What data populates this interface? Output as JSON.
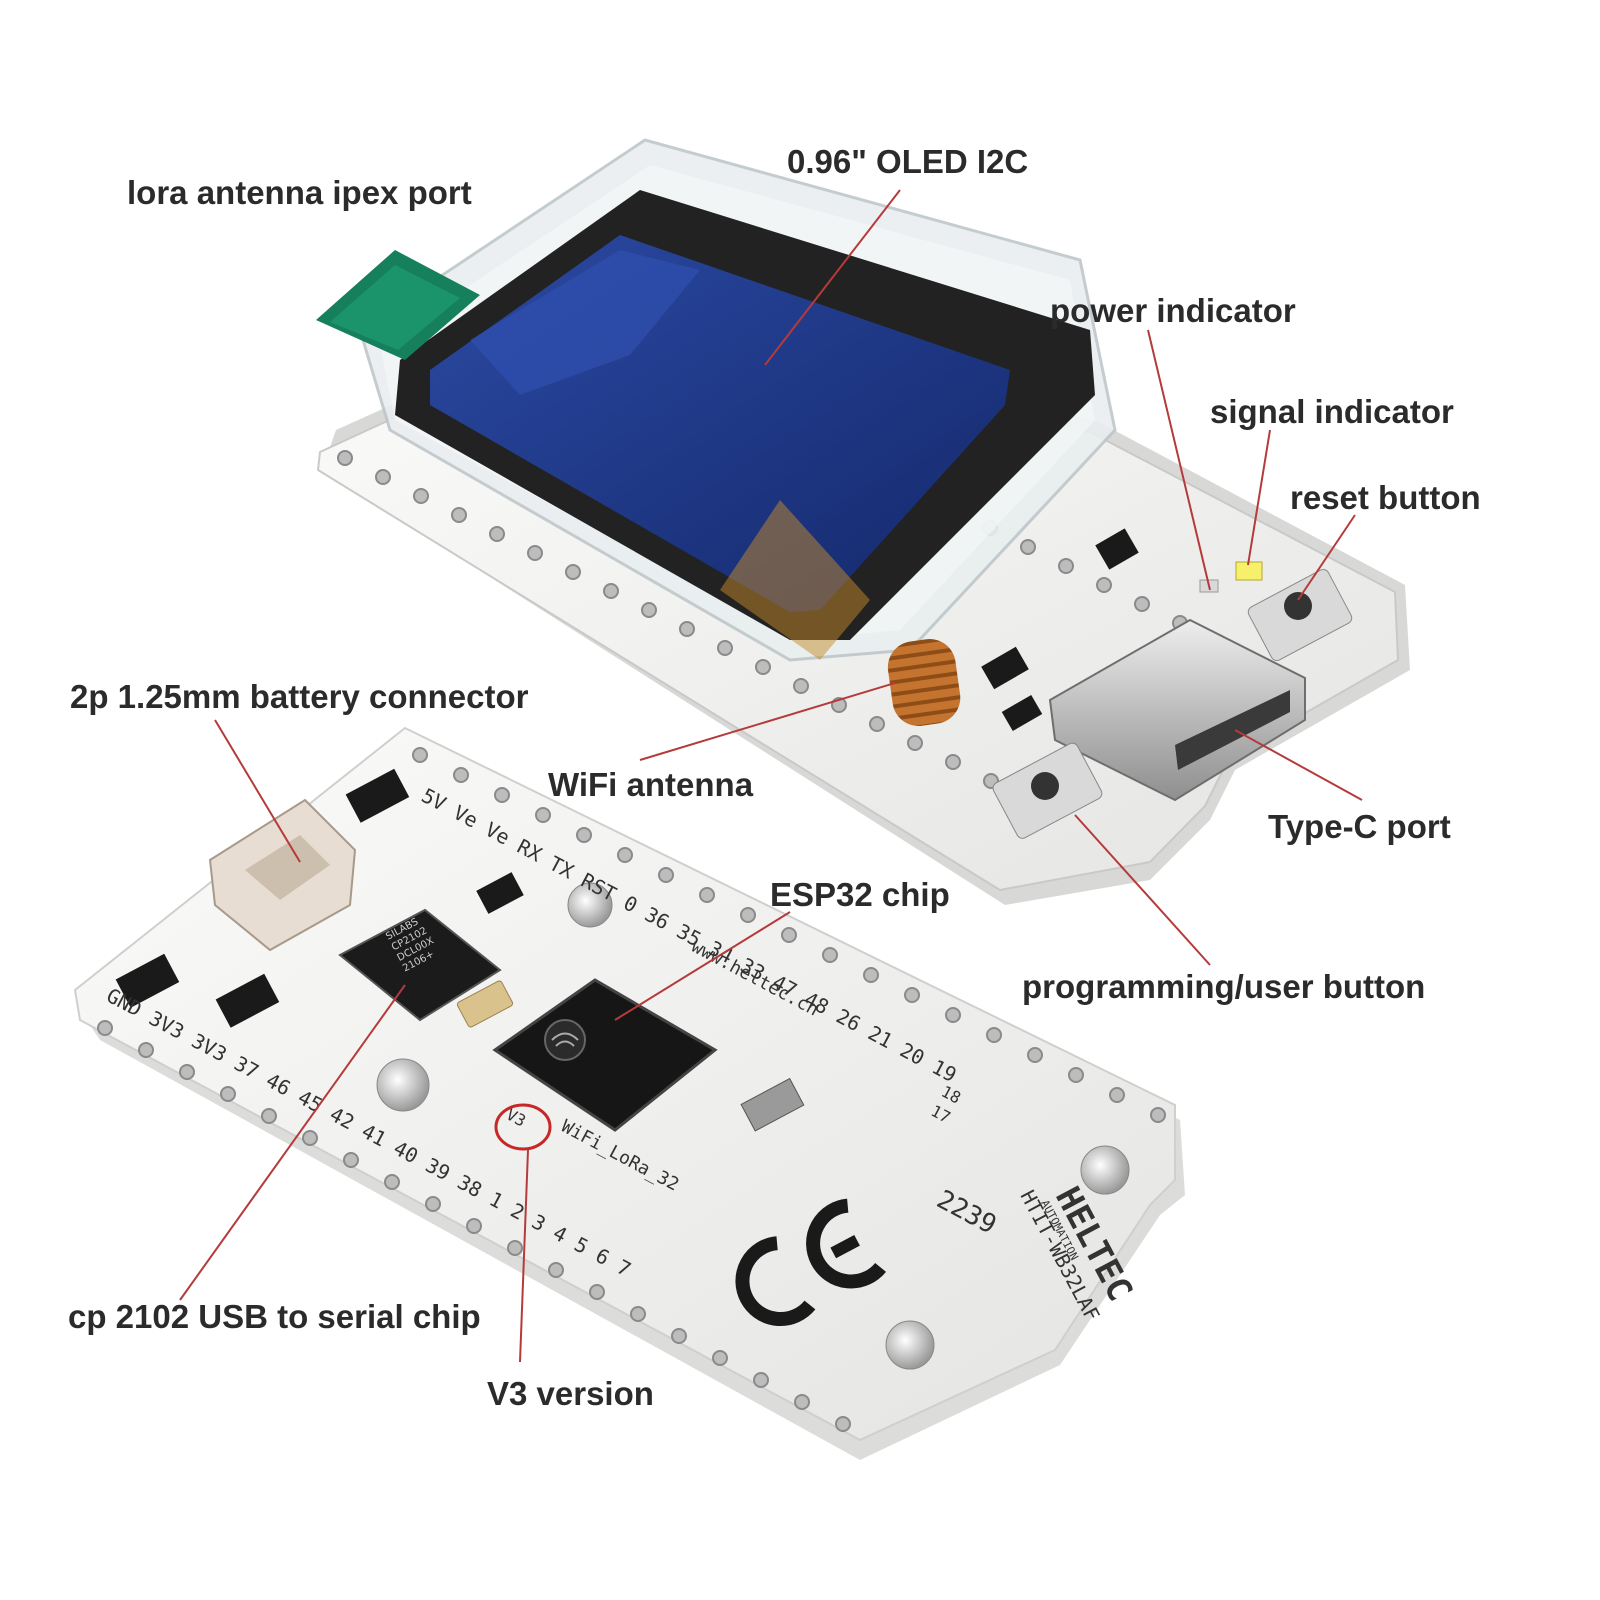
{
  "callouts": {
    "lora_antenna_port": "lora antenna ipex port",
    "oled": "0.96\" OLED I2C",
    "power_indicator": "power indicator",
    "signal_indicator": "signal indicator",
    "reset_button": "reset button",
    "battery_connector": "2p 1.25mm battery connector",
    "wifi_antenna": "WiFi antenna",
    "type_c_port": "Type-C port",
    "esp32_chip": "ESP32 chip",
    "programming_button": "programming/user button",
    "usb_serial_chip": "cp 2102 USB to serial chip",
    "v3_version": "V3 version"
  },
  "pcb_markings": {
    "pin_row_top": "5V Ve Ve RX TX RST 0 36 35 34 33 47 48 26 21 20 19",
    "pin_row_bottom": "GND 3V3 3V3 37 46 45 42 41 40 39 38 1 2 3 4 5 6 7",
    "url": "www.heltec.cn",
    "board_name": "WiFi_LoRa_32",
    "version_mark": "V3",
    "model": "HTIT-WB32LAF",
    "brand": "HELTEC",
    "brand_sub": "AUTOMATION",
    "date_code": "2239",
    "cp2102_lines": [
      "SILABS",
      "CP2102",
      "DCL00X",
      "2106+"
    ],
    "pads": [
      "17",
      "18"
    ]
  },
  "colors": {
    "label_text": "#2b2b2b",
    "leader_line": "#b53a3a",
    "highlight_circle": "#c62828",
    "pcb_white": "#f3f3f1",
    "oled_blue": "#1f3a8a",
    "antenna_copper": "#c4742e",
    "lora_antenna_green": "#16805c"
  },
  "icons": [
    "ce-mark-icon",
    "heltec-logo-icon",
    "espressif-logo-icon"
  ]
}
